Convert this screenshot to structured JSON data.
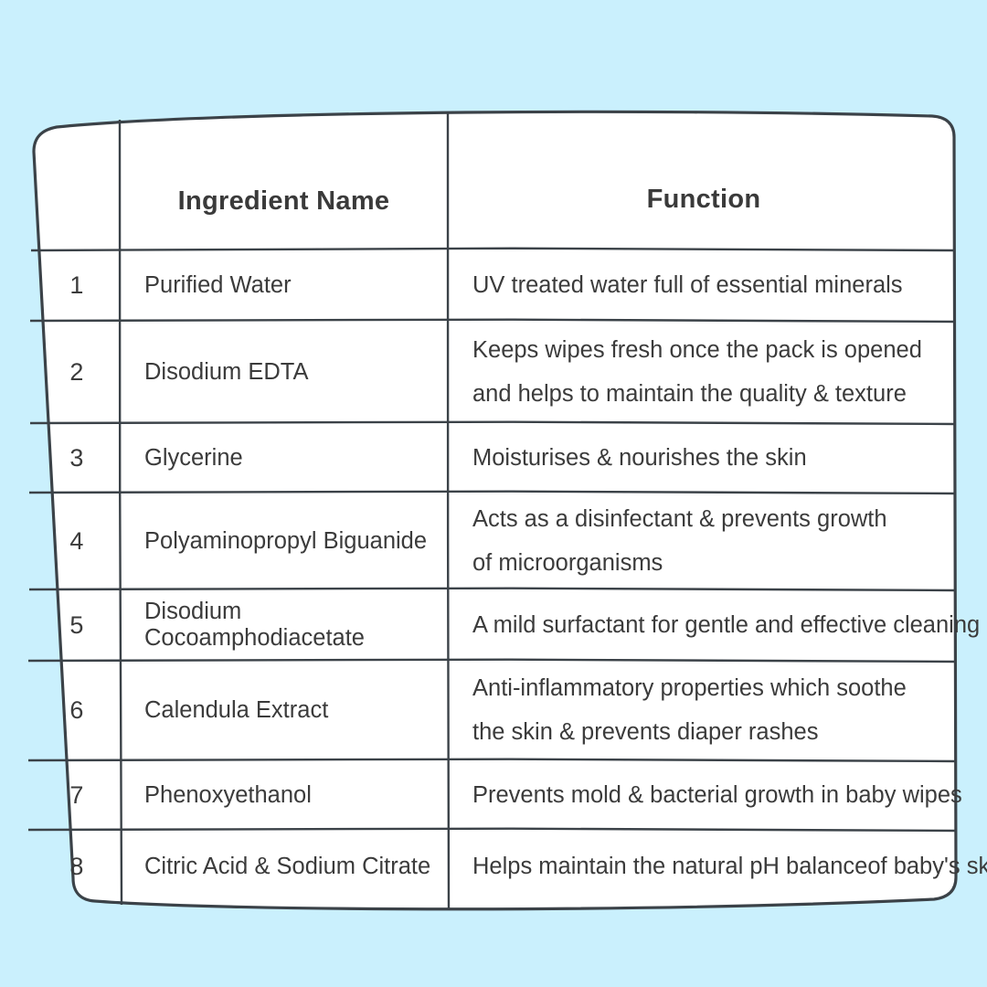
{
  "page": {
    "background_color": "#caf0fd",
    "table_surface_color": "#ffffff",
    "rule_color": "#3b4248",
    "text_color": "#3b3b3b",
    "header_text_color": "#3a3a3a"
  },
  "table": {
    "columns": [
      {
        "key": "index",
        "label": ""
      },
      {
        "key": "ingredient",
        "label": "Ingredient Name"
      },
      {
        "key": "function",
        "label": "Function"
      }
    ],
    "rows": [
      {
        "index": "1",
        "ingredient": "Purified Water",
        "function_lines": [
          "UV treated water full of essential minerals"
        ]
      },
      {
        "index": "2",
        "ingredient": "Disodium EDTA",
        "function_lines": [
          "Keeps wipes fresh once the pack is opened",
          "and helps to maintain the quality & texture"
        ]
      },
      {
        "index": "3",
        "ingredient": "Glycerine",
        "function_lines": [
          "Moisturises & nourishes the skin"
        ]
      },
      {
        "index": "4",
        "ingredient": "Polyaminopropyl Biguanide",
        "function_lines": [
          "Acts as a disinfectant & prevents growth",
          "of microorganisms"
        ]
      },
      {
        "index": "5",
        "ingredient": "Disodium Cocoamphodiacetate",
        "function_lines": [
          "A mild surfactant for gentle and effective cleaning"
        ]
      },
      {
        "index": "6",
        "ingredient": "Calendula Extract",
        "function_lines": [
          "Anti-inflammatory properties which soothe",
          "the skin & prevents diaper rashes"
        ]
      },
      {
        "index": "7",
        "ingredient": "Phenoxyethanol",
        "function_lines": [
          "Prevents mold & bacterial growth in baby wipes"
        ]
      },
      {
        "index": "8",
        "ingredient": "Citric Acid & Sodium Citrate",
        "function_lines": [
          "Helps maintain the natural pH balanceof baby's skin"
        ]
      }
    ]
  }
}
